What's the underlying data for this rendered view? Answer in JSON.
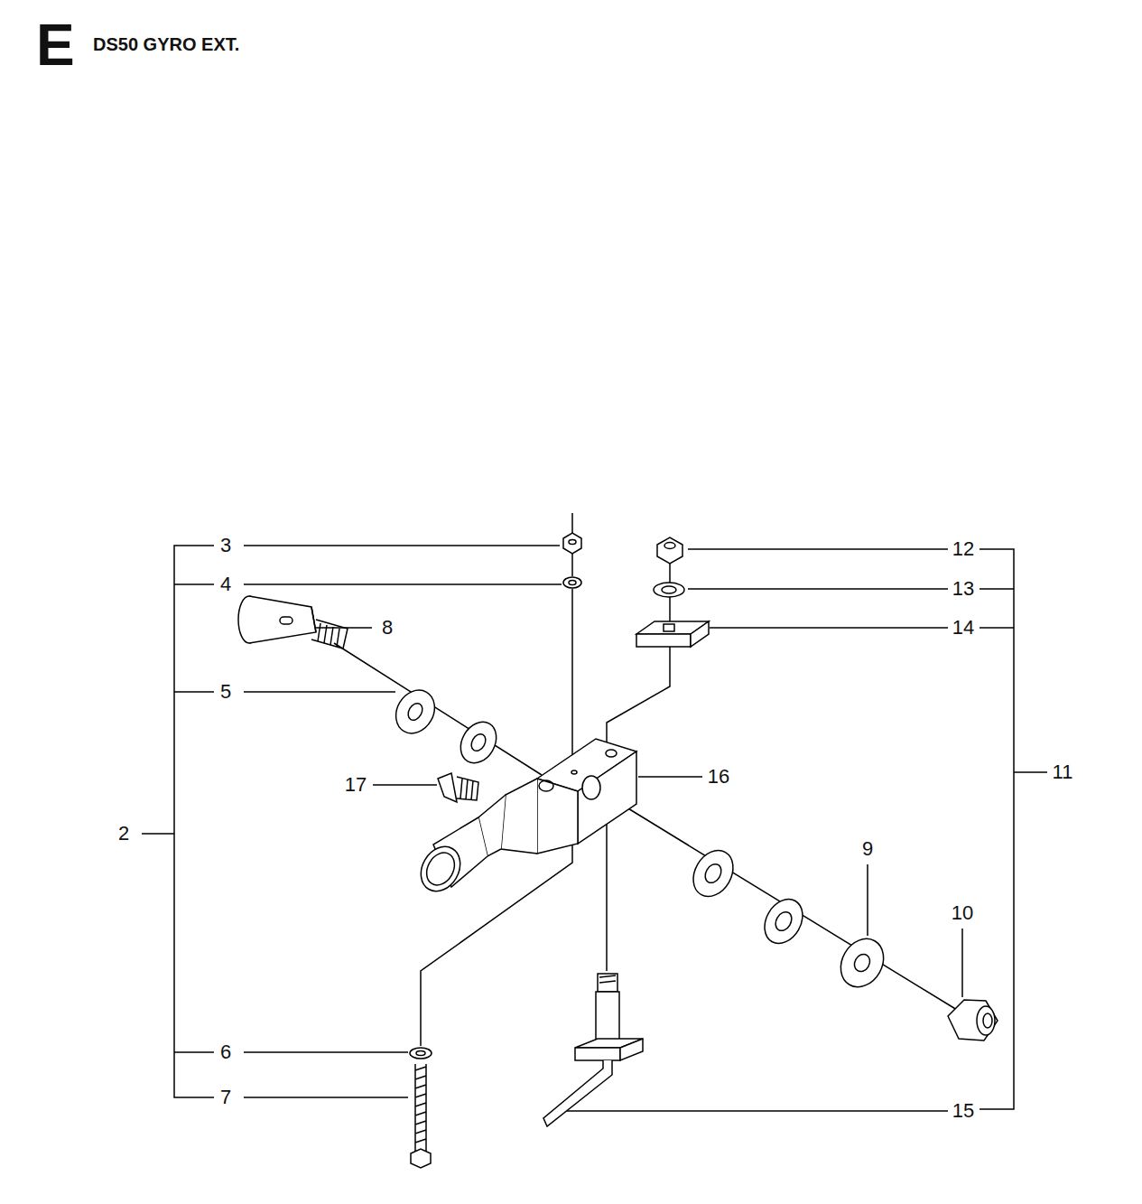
{
  "diagram": {
    "title": "DS50 GYRO EXT.",
    "labels": [
      "E",
      "3",
      "4",
      "8",
      "5",
      "17",
      "2",
      "6",
      "7",
      "12",
      "13",
      "14",
      "16",
      "11",
      "9",
      "10",
      "15"
    ]
  }
}
